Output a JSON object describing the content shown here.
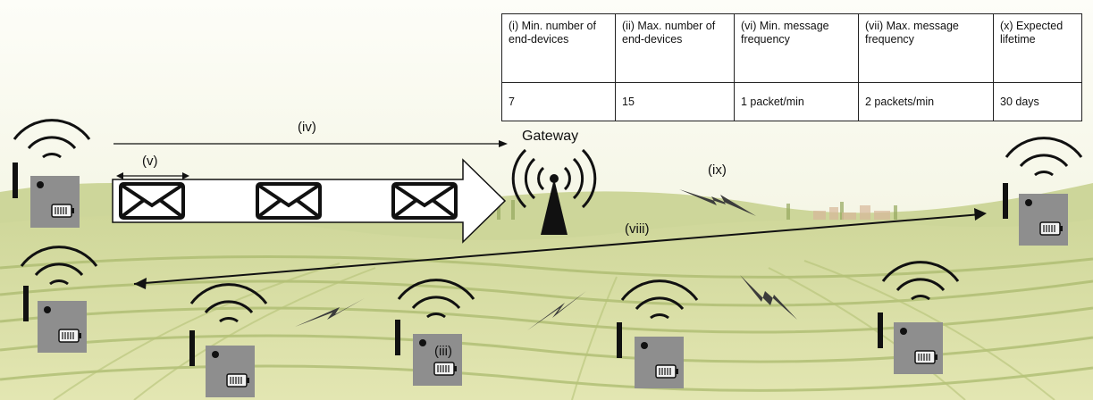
{
  "table": {
    "headers": [
      "(i) Min. number of end-devices",
      "(ii) Max. number of end-devices",
      "(vi) Min. message frequency",
      "(vii) Max. message frequency",
      "(x) Expected lifetime"
    ],
    "values": [
      "7",
      "15",
      "1 packet/min",
      "2 packets/min",
      "30 days"
    ]
  },
  "labels": {
    "gateway": "Gateway",
    "iv": "(iv)",
    "v": "(v)",
    "iii": "(iii)",
    "viii": "(viii)",
    "ix": "(ix)"
  },
  "colors": {
    "sky": "#fbfbf3",
    "field_light": "#dfe3a6",
    "field_dark": "#b9c67a",
    "device": "#8e8e8e",
    "antenna": "#111111",
    "lightning": "#3c3c3c"
  },
  "icons": [
    "envelope-icon",
    "gateway-tower-icon",
    "end-device-icon",
    "battery-icon",
    "wifi-signal-icon",
    "lightning-interference-icon"
  ]
}
